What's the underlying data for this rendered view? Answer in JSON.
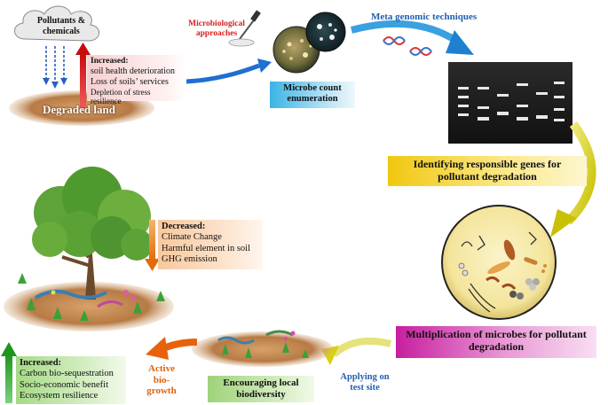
{
  "cloud_label": "Pollutants & chemicals",
  "degraded": {
    "title": "Increased:",
    "items": [
      "soil health deterioration",
      "Loss of soils’ services",
      "Depletion of  stress resilience"
    ],
    "land_label": "Degraded land"
  },
  "microbiological_label": "Microbiological approaches",
  "microbe_count_label": "Microbe count enumeration",
  "metagenomic_label": "Meta genomic techniques",
  "identifying_label": "Identifying responsible genes for pollutant degradation",
  "multiplication_label": "Multiplication of microbes for pollutant degradation",
  "applying_label": "Applying on test site",
  "encouraging_label": "Encouraging local biodiversity",
  "active_growth_label": "Active bio-growth",
  "decreased": {
    "title": "Decreased:",
    "items": [
      "Climate Change",
      "Harmful element in soil",
      "GHG emission"
    ]
  },
  "increased_final": {
    "title": "Increased:",
    "items": [
      "Carbon bio-sequestration",
      "Socio-economic benefit",
      "Ecosystem resilience"
    ]
  },
  "colors": {
    "blue_text": "#1f5fb0",
    "red_text": "#d42020",
    "orange_text": "#e06010",
    "blue_arrow": "#1f6fd0",
    "yellow_arrow": "#d8d010",
    "orange_arrow": "#e8620c",
    "red_arrow": "#d81818",
    "green_arrow": "#2aa52a"
  }
}
